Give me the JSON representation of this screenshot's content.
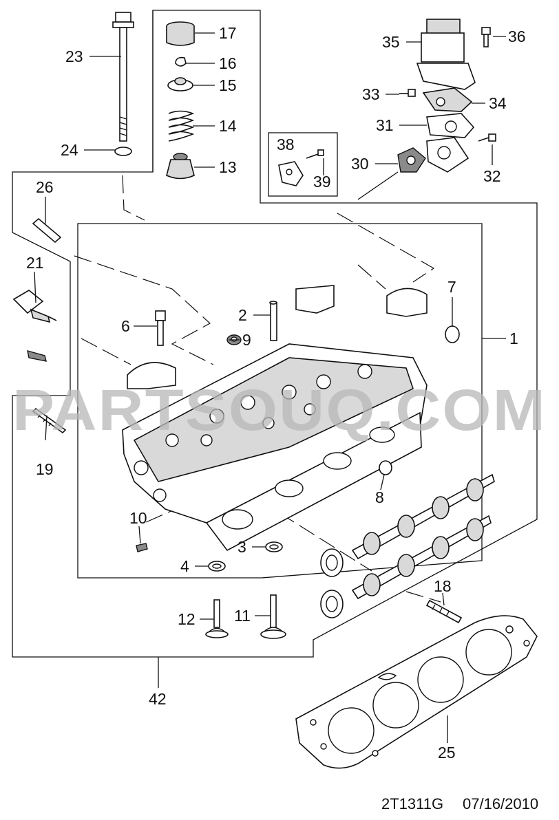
{
  "watermark": "PARTSOUQ.COM",
  "footer": {
    "code": "2T1311G",
    "date": "07/16/2010"
  },
  "callouts": {
    "c1": "1",
    "c2": "2",
    "c3": "3",
    "c4": "4",
    "c6": "6",
    "c7": "7",
    "c8": "8",
    "c9": "9",
    "c10": "10",
    "c11": "11",
    "c12": "12",
    "c13": "13",
    "c14": "14",
    "c15": "15",
    "c16": "16",
    "c17": "17",
    "c18": "18",
    "c19": "19",
    "c21": "21",
    "c23": "23",
    "c24": "24",
    "c25": "25",
    "c26": "26",
    "c30": "30",
    "c31": "31",
    "c32": "32",
    "c33": "33",
    "c34": "34",
    "c35": "35",
    "c36": "36",
    "c38": "38",
    "c39": "39",
    "c42": "42"
  }
}
